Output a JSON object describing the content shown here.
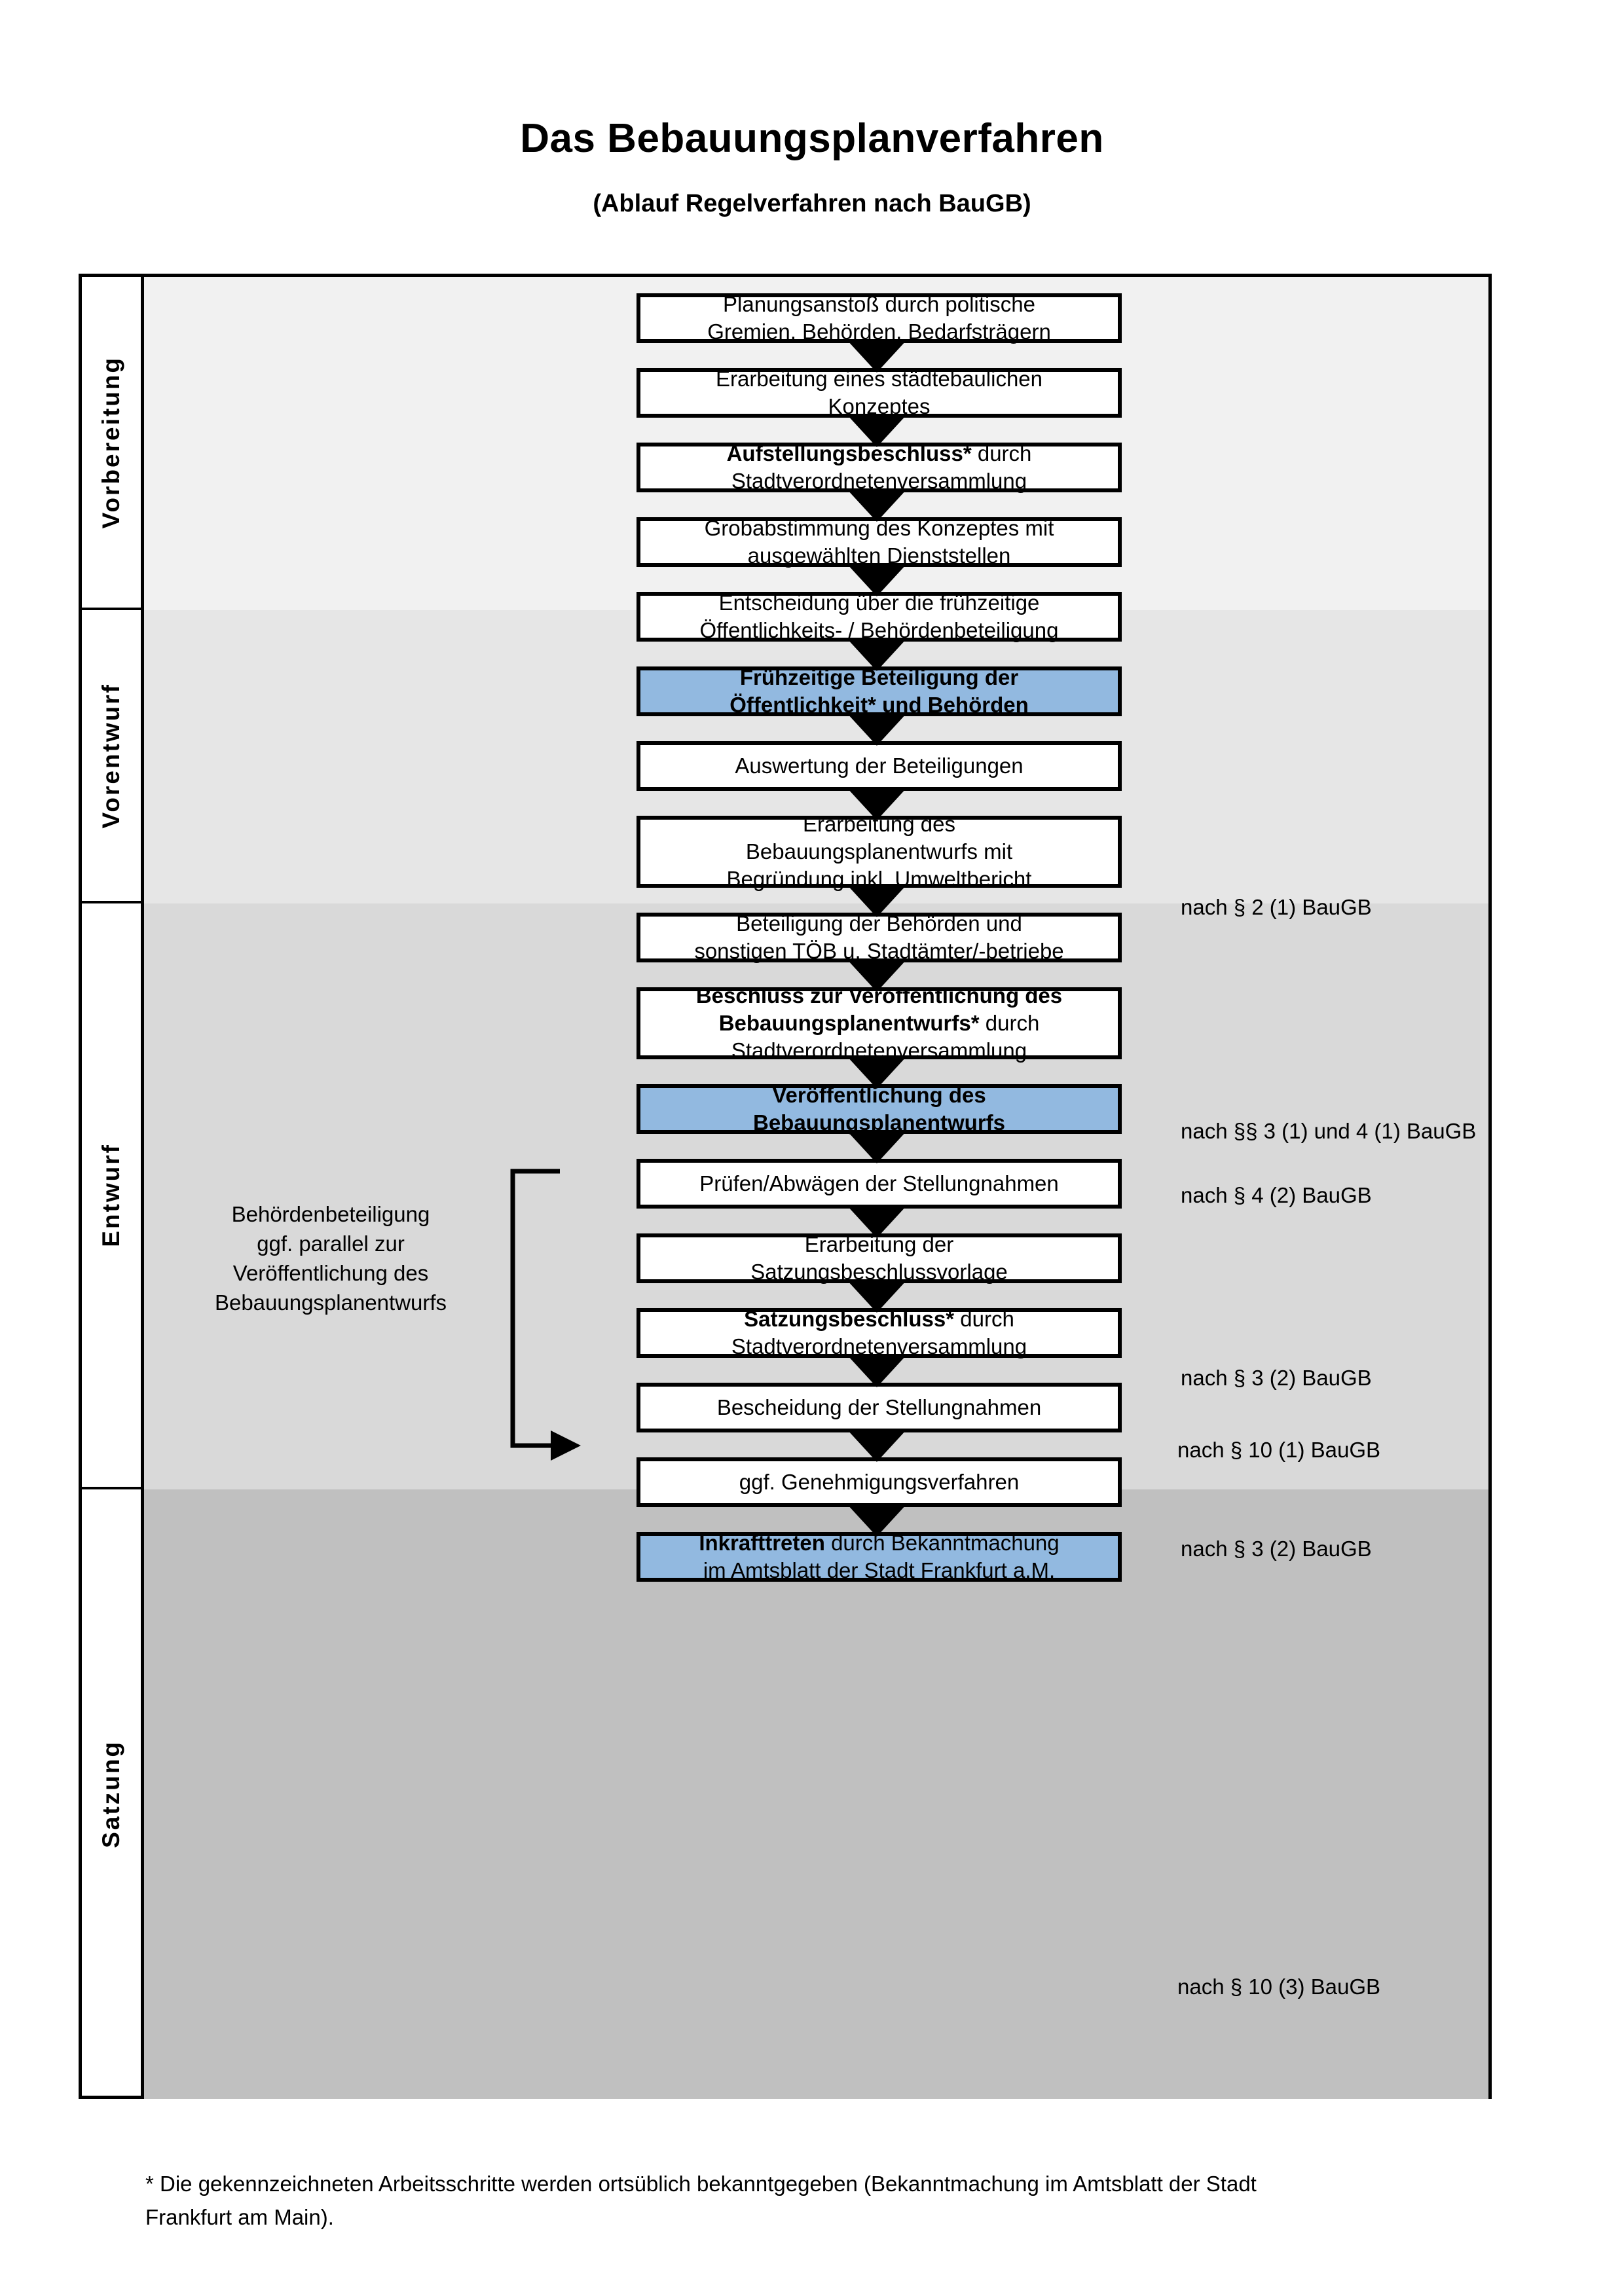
{
  "title": {
    "main": "Das Bebauungsplanverfahren",
    "sub": "(Ablauf Regelverfahren nach BauGB)"
  },
  "phases": [
    {
      "label": "Vorbereitung"
    },
    {
      "label": "Vorentwurf"
    },
    {
      "label": "Entwurf"
    },
    {
      "label": "Satzung"
    }
  ],
  "steps": [
    {
      "phase": "Vorbereitung",
      "lines": [
        "Planungsanstoß durch politische",
        "Gremien, Behörden, Bedarfsträgern"
      ],
      "bold": false,
      "highlight": false
    },
    {
      "phase": "Vorbereitung",
      "lines": [
        "Erarbeitung eines städtebaulichen",
        "Konzeptes"
      ],
      "bold": false,
      "highlight": false
    },
    {
      "phase": "Vorbereitung",
      "lines": [
        "Aufstellungsbeschluss* durch",
        "Stadtverordnetenversammlung"
      ],
      "bold": "first-partial",
      "highlight": false
    },
    {
      "phase": "Vorentwurf",
      "lines": [
        "Grobabstimmung des Konzeptes mit",
        "ausgewählten Dienststellen"
      ],
      "bold": false,
      "highlight": false
    },
    {
      "phase": "Vorentwurf",
      "lines": [
        "Entscheidung über die frühzeitige",
        "Öffentlichkeits- / Behördenbeteiligung"
      ],
      "bold": false,
      "highlight": false
    },
    {
      "phase": "Vorentwurf",
      "lines": [
        "Frühzeitige Beteiligung der",
        "Öffentlichkeit* und Behörden"
      ],
      "bold": true,
      "highlight": true
    },
    {
      "phase": "Entwurf",
      "lines": [
        "Auswertung der Beteiligungen"
      ],
      "bold": false,
      "highlight": false
    },
    {
      "phase": "Entwurf",
      "lines": [
        "Erarbeitung des",
        "Bebauungsplanentwurfs mit",
        "Begründung inkl. Umweltbericht"
      ],
      "bold": false,
      "highlight": false
    },
    {
      "phase": "Entwurf",
      "lines": [
        "Beteiligung der Behörden und",
        "sonstigen TÖB u. Stadtämter/-betriebe"
      ],
      "bold": false,
      "highlight": false
    },
    {
      "phase": "Entwurf",
      "lines": [
        "Beschluss zur Veröffentlichung des",
        "Bebauungsplanentwurfs* durch",
        "Stadtverordnetenversammlung"
      ],
      "bold": "mixed",
      "highlight": false
    },
    {
      "phase": "Entwurf",
      "lines": [
        "Veröffentlichung des",
        "Bebauungsplanentwurfs"
      ],
      "bold": true,
      "highlight": true
    },
    {
      "phase": "Satzung",
      "lines": [
        "Prüfen/Abwägen der Stellungnahmen"
      ],
      "bold": false,
      "highlight": false
    },
    {
      "phase": "Satzung",
      "lines": [
        "Erarbeitung der",
        "Satzungsbeschlussvorlage"
      ],
      "bold": false,
      "highlight": false
    },
    {
      "phase": "Satzung",
      "lines": [
        "Satzungsbeschluss* durch",
        "Stadtverordnetenversammlung"
      ],
      "bold": "first-partial",
      "highlight": false
    },
    {
      "phase": "Satzung",
      "lines": [
        "Bescheidung der Stellungnahmen"
      ],
      "bold": false,
      "highlight": false
    },
    {
      "phase": "Satzung",
      "lines": [
        "ggf. Genehmigungsverfahren"
      ],
      "bold": false,
      "highlight": false
    },
    {
      "phase": "Satzung",
      "lines": [
        "Inkrafttreten durch Bekanntmachung",
        "im Amtsblatt der Stadt Frankfurt a.M."
      ],
      "bold": "first-partial",
      "highlight": true
    }
  ],
  "step_text": {
    "s1_l1": "Planungsanstoß durch politische",
    "s1_l2": "Gremien, Behörden, Bedarfsträgern",
    "s2_l1": "Erarbeitung eines städtebaulichen",
    "s2_l2": "Konzeptes",
    "s3_l1_b": "Aufstellungsbeschluss*",
    "s3_l1_n": " durch",
    "s3_l2": "Stadtverordnetenversammlung",
    "s4_l1": "Grobabstimmung des Konzeptes mit",
    "s4_l2": "ausgewählten Dienststellen",
    "s5_l1": "Entscheidung über die frühzeitige",
    "s5_l2": "Öffentlichkeits- / Behördenbeteiligung",
    "s6_l1": "Frühzeitige Beteiligung der",
    "s6_l2": "Öffentlichkeit* und Behörden",
    "s7_l1": "Auswertung der Beteiligungen",
    "s8_l1": "Erarbeitung des",
    "s8_l2": "Bebauungsplanentwurfs mit",
    "s8_l3": "Begründung inkl. Umweltbericht",
    "s9_l1": "Beteiligung der Behörden und",
    "s9_l2": "sonstigen TÖB u. Stadtämter/-betriebe",
    "s10_l1": "Beschluss zur Veröffentlichung des",
    "s10_l2_b": "Bebauungsplanentwurfs*",
    "s10_l2_n": " durch",
    "s10_l3": "Stadtverordnetenversammlung",
    "s11_l1": "Veröffentlichung des",
    "s11_l2": "Bebauungsplanentwurfs",
    "s12_l1": "Prüfen/Abwägen der Stellungnahmen",
    "s13_l1": "Erarbeitung der",
    "s13_l2": "Satzungsbeschlussvorlage",
    "s14_l1_b": "Satzungsbeschluss*",
    "s14_l1_n": " durch",
    "s14_l2": "Stadtverordnetenversammlung",
    "s15_l1": "Bescheidung der Stellungnahmen",
    "s16_l1": "ggf. Genehmigungsverfahren",
    "s17_l1_b": "Inkrafttreten",
    "s17_l1_n": " durch Bekanntmachung",
    "s17_l2": "im Amtsblatt der Stadt Frankfurt a.M."
  },
  "references": [
    {
      "text": "nach § 2 (1) BauGB"
    },
    {
      "text": "nach §§ 3 (1) und 4 (1) BauGB"
    },
    {
      "text": "nach § 4 (2) BauGB"
    },
    {
      "text": "nach § 3 (2) BauGB"
    },
    {
      "text": "nach § 3 (2) BauGB"
    },
    {
      "text": "nach § 10 (1) BauGB"
    },
    {
      "text": "nach § 10 (3) BauGB"
    }
  ],
  "side_note": {
    "l1": "Behördenbeteiligung",
    "l2": "ggf. parallel zur",
    "l3": "Veröffentlichung des",
    "l4": "Bebauungsplanentwurfs"
  },
  "footnote": {
    "l1": "* Die gekennzeichneten Arbeitsschritte werden ortsüblich bekanntgegeben (Bekanntmachung im Amtsblatt  der Stadt",
    "l2": "Frankfurt am Main)."
  },
  "colors": {
    "highlight_blue": "#92b9e0",
    "band_1": "#f1f1f1",
    "band_2": "#e6e6e6",
    "band_3": "#d9d9d9",
    "band_4": "#c0c0c0",
    "line": "#000000"
  }
}
